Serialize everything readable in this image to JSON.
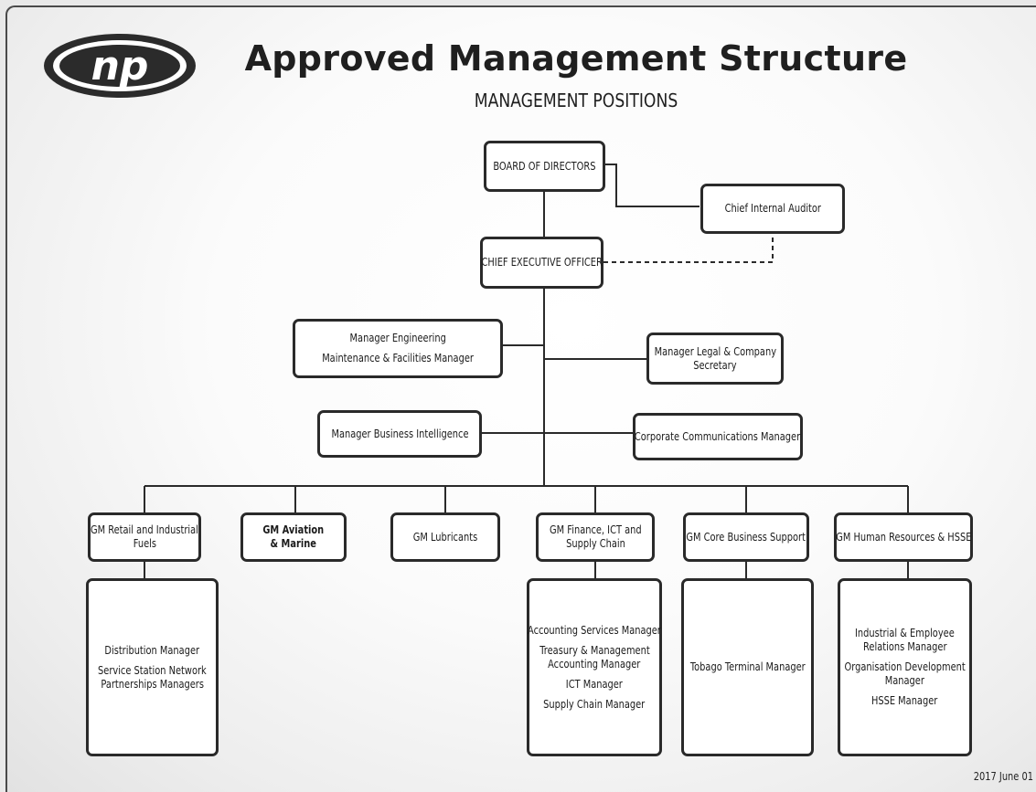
{
  "header": {
    "logo_text": "np",
    "title": "Approved Management Structure",
    "subtitle": "MANAGEMENT POSITIONS"
  },
  "org": {
    "board": "BOARD OF DIRECTORS",
    "auditor": "Chief Internal Auditor",
    "ceo": "CHIEF EXECUTIVE OFFICER",
    "engineering": [
      "Manager Engineering",
      "Maintenance & Facilities Manager"
    ],
    "legal": [
      "Manager Legal & Company",
      "Secretary"
    ],
    "business_intelligence": "Manager Business Intelligence",
    "corp_comms": "Corporate Communications Manager",
    "gm_retail": [
      "GM Retail and Industrial",
      "Fuels"
    ],
    "gm_aviation": [
      "GM Aviation",
      "& Marine"
    ],
    "gm_lubricants": "GM Lubricants",
    "gm_finance": [
      "GM Finance, ICT and",
      "Supply Chain"
    ],
    "gm_core": "GM Core Business Support",
    "gm_hr": "GM Human Resources & HSSE",
    "retail_reports": [
      "Distribution Manager",
      "Service Station Network",
      "Partnerships Managers"
    ],
    "finance_reports": [
      "Accounting Services Manager",
      "Treasury & Management",
      "Accounting Manager",
      "ICT Manager",
      "Supply Chain Manager"
    ],
    "core_reports": [
      "Tobago Terminal Manager"
    ],
    "hr_reports": [
      "Industrial & Employee",
      "Relations Manager",
      "Organisation Development",
      "Manager",
      "HSSE Manager"
    ]
  },
  "footer": {
    "date": "2017 June 01"
  },
  "colors": {
    "line": "#2a2a2a",
    "box_border": "#2a2a2a",
    "logo_dark": "#2b2b2b",
    "logo_bg": "#ffffff"
  }
}
